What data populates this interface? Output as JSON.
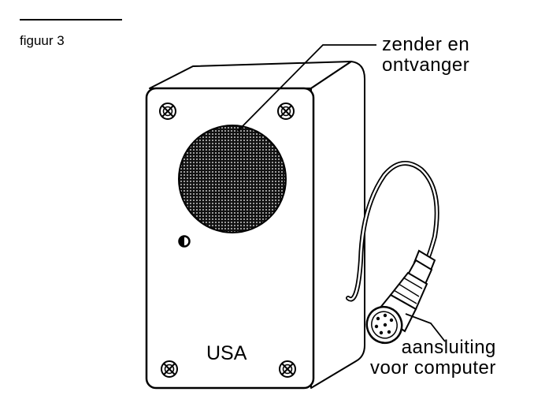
{
  "figure": {
    "caption": "figuur 3"
  },
  "device": {
    "front_label": "USA"
  },
  "labels": {
    "transceiver": [
      "zender en",
      "ontvanger"
    ],
    "connector": [
      "aansluiting",
      "voor computer"
    ]
  }
}
